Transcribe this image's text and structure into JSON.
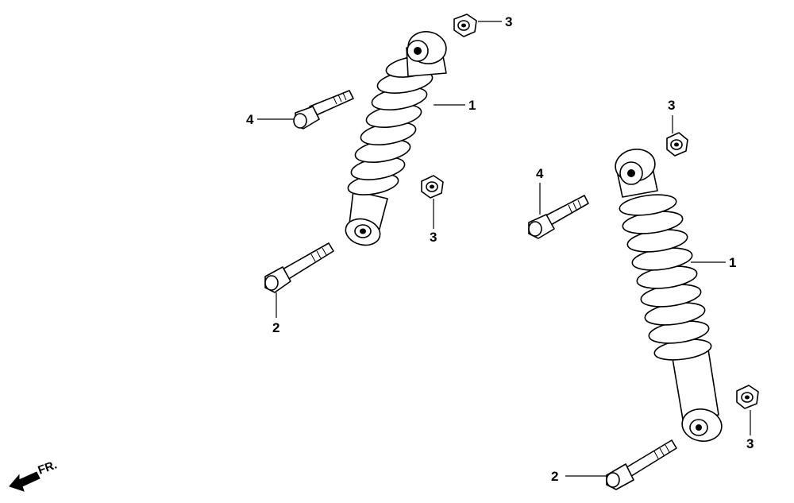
{
  "figure": {
    "orientation_label": "FR.",
    "callouts": {
      "left_shock": "1",
      "right_shock": "1",
      "left_lower_bolt": "2",
      "right_lower_bolt": "2",
      "left_top_nut": "3",
      "left_lower_nut": "3",
      "right_top_nut": "3",
      "right_lower_nut": "3",
      "left_upper_bolt": "4",
      "right_upper_bolt": "4"
    }
  }
}
